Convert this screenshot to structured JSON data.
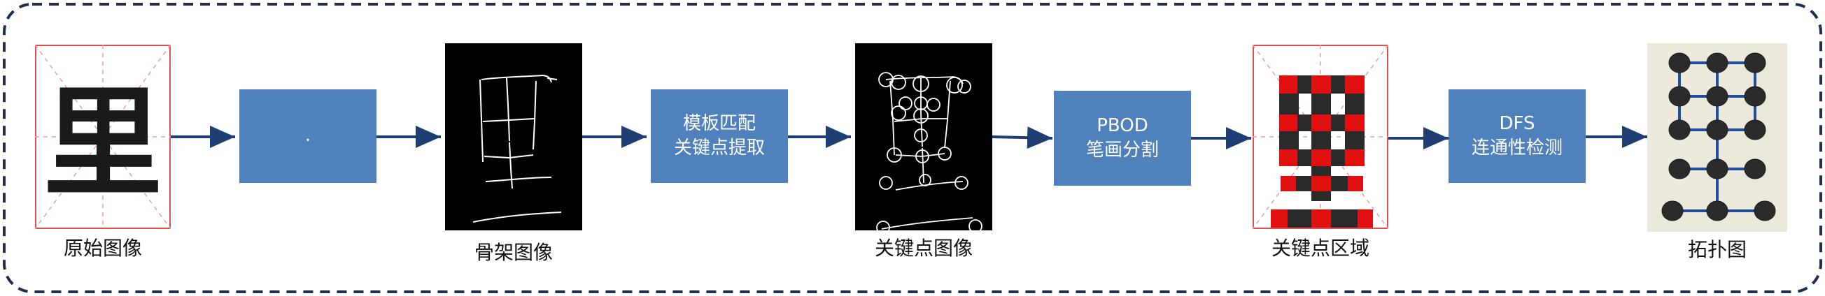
{
  "stages": [
    {
      "label": "."
    },
    {
      "label": "模板匹配\n关键点提取"
    },
    {
      "label": "PBOD\n笔画分割"
    },
    {
      "label": "DFS\n连通性检测"
    }
  ],
  "captions": {
    "original": "原始图像",
    "skeleton": "骨架图像",
    "keypoints": "关键点图像",
    "regions": "关键点区域",
    "topology": "拓扑图"
  },
  "character": "里",
  "colors": {
    "stage_fill": "#4f81bd",
    "arrow": "#1f3f73",
    "frame_border": "#1f2f4f",
    "grid_line": "#e05050",
    "keypoint_red": "#e01010",
    "topology_node": "#2b2b2b",
    "topology_edge": "#1f4f99",
    "topology_bg": "#ece9dc"
  }
}
